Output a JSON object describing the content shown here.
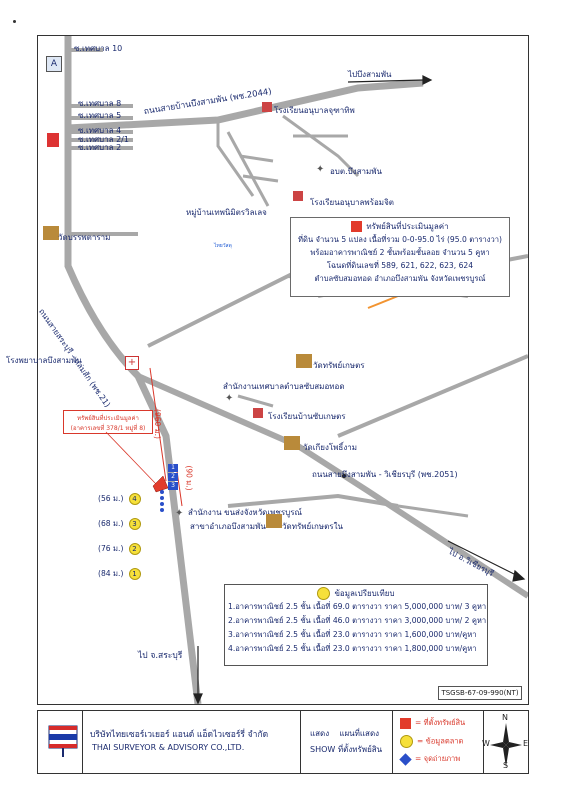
{
  "roads": {
    "road_top": "ถนนสายบ้านบึงสามพัน (พช.2044)",
    "road_left": "ถนนสายสระบุรี - หล่มสัก (พช.21)",
    "road_right": "ถนนสายบึงสามพัน - วิเชียรบุรี (พช.2051)",
    "to_bueng": "ไปบึงสามพัน",
    "to_wichian": "ไป อ.วิเชียรบุรี",
    "to_saraburi": "ไป จ.สระบุรี"
  },
  "sois": [
    "ซ.เทศบาล 10",
    "ซ.เทศบาล 8",
    "ซ.เทศบาล 5",
    "ซ.เทศบาล 4",
    "ซ.เทศบาล 2/1",
    "ซ.เทศบาล 2"
  ],
  "places": {
    "school_1": "โรงเรียนอนุบาลจุฑาทิพ",
    "district_office": "อบต.บึงสามพัน",
    "village": "หมู่บ้านเทพนิมิตรวิลเลจ",
    "school_2": "โรงเรียนอนุบาลพร้อมจิต",
    "temple_1": "วัดบรรพตาราม",
    "hospital": "โรงพยาบาลบึงสามพัน",
    "temple_2": "วัดทรัพย์เกษตร",
    "municipality": "สำนักงานเทศบาลตำบลซับสมอทอด",
    "school_3": "โรงเรียนบ้านซับเกษตร",
    "temple_3": "วัดเกียงโพธิ์งาม",
    "transport_office": "สำนักงาน ขนส่งจังหวัดเพชรบูรณ์",
    "transport_branch": "สาขาอำเภอบึงสามพัน",
    "temple_4": "วัดทรัพย์เกษตรใน",
    "brand": "ไทยวัสดุ"
  },
  "property_box": {
    "title": "ทรัพย์สินที่ประเมินมูลค่า",
    "line1": "ที่ดิน จำนวน 5 แปลง เนื้อที่รวม 0-0-95.0 ไร่ (95.0 ตารางวา)",
    "line2": "พร้อมอาคารพาณิชย์ 2 ชั้นพร้อมชั้นลอย จำนวน 5 คูหา",
    "line3": "โฉนดที่ดินเลขที่ 589, 621, 622, 623, 624",
    "line4": "ตำบลซับสมอทอด อำเภอบึงสามพัน จังหวัดเพชรบูรณ์"
  },
  "subject_callout": {
    "line1": "ทรัพย์สินที่ประเมินมูลค่า",
    "line2": "(อาคารเลขที่ 378/1 หมู่ที่ 8)"
  },
  "distances": {
    "d1": "(960 ม.)",
    "d2": "(90 ม.)"
  },
  "comparables_legend": [
    {
      "no": "4",
      "dist": "(56 ม.)"
    },
    {
      "no": "3",
      "dist": "(68 ม.)"
    },
    {
      "no": "2",
      "dist": "(76 ม.)"
    },
    {
      "no": "1",
      "dist": "(84 ม.)"
    }
  ],
  "photo_markers": [
    "1",
    "2",
    "3"
  ],
  "market_box": {
    "title": "ข้อมูลเปรียบเทียบ",
    "rows": [
      "1.อาคารพาณิชย์ 2.5 ชั้น  เนื้อที่ 69.0 ตารางวา ราคา 5,000,000 บาท/ 3 คูหา",
      "2.อาคารพาณิชย์ 2.5 ชั้น  เนื้อที่ 46.0 ตารางวา ราคา 3,000,000 บาท/ 2 คูหา",
      "3.อาคารพาณิชย์ 2.5 ชั้น  เนื้อที่ 23.0 ตารางวา ราคา 1,600,000 บาท/คูหา",
      "4.อาคารพาณิชย์ 2.5 ชั้น  เนื้อที่ 23.0 ตารางวา ราคา 1,800,000 บาท/คูหา"
    ]
  },
  "ref_code": "TSGSB-67-09-990(NT)",
  "footer": {
    "company_th": "บริษัทไทยเซอร์เวเยอร์  แอนด์  แอ็ดไวเซอร์รี่  จำกัด",
    "company_en": "THAI SURVEYOR & ADVISORY CO.,LTD.",
    "show_th": "แสดง    แผนที่แสดง",
    "show_en": "SHOW  ที่ตั้งทรัพย์สิน",
    "legend_property": "ที่ตั้งทรัพย์สิน",
    "legend_market": "ข้อมูลตลาด",
    "legend_photo": "จุดถ่ายภาพ",
    "compass": {
      "n": "N",
      "s": "S",
      "e": "E",
      "w": "W"
    }
  },
  "colors": {
    "road": "#a8a8a8",
    "ink": "#1a2a6e",
    "property": "#e23b2b",
    "market": "#f6e03a",
    "photo": "#2a4fc9",
    "distance": "#d9382b"
  }
}
